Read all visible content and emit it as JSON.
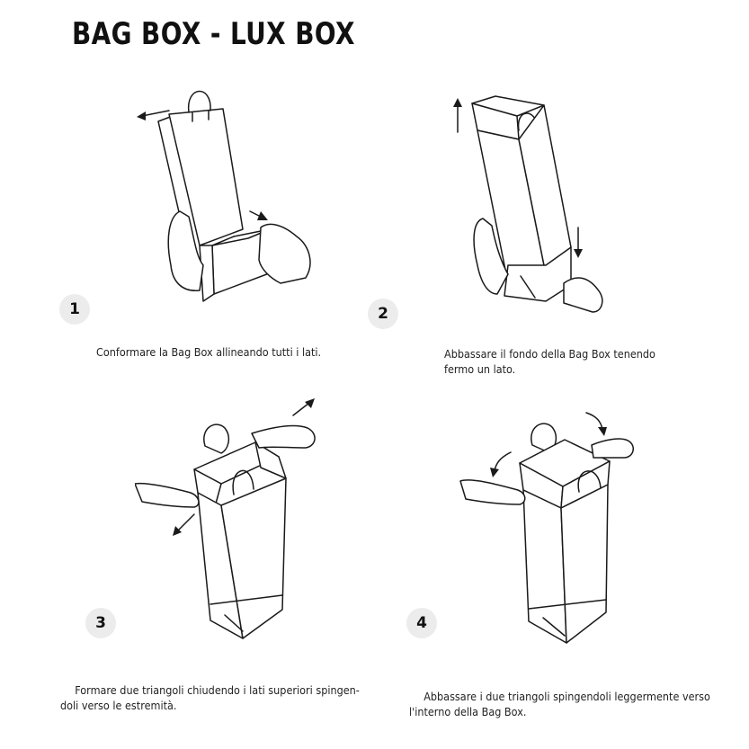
{
  "document": {
    "title": "BAG BOX - LUX BOX"
  },
  "steps": [
    {
      "number": "1",
      "lines": [
        "Conformare la Bag Box allineando tutti i lati."
      ]
    },
    {
      "number": "2",
      "lines": [
        "Abbassare il fondo della Bag Box tenendo",
        "fermo un lato."
      ]
    },
    {
      "number": "3",
      "lines": [
        "Formare due triangoli chiudendo i lati superiori spingen-",
        "doli verso le estremità."
      ]
    },
    {
      "number": "4",
      "lines": [
        "Abbassare i due triangoli spingendoli leggermente verso",
        "l'interno della Bag Box."
      ]
    }
  ]
}
